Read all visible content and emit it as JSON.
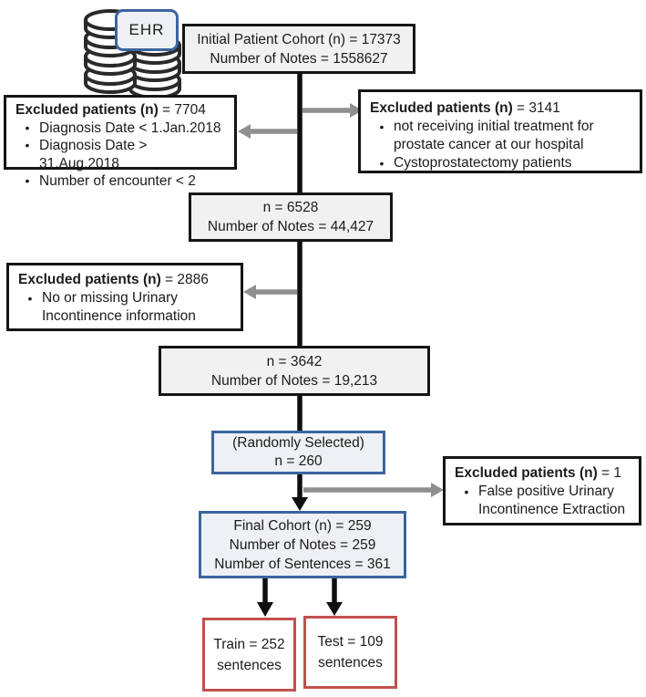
{
  "colors": {
    "box_fill": "#f1f1f1",
    "black_border": "#151515",
    "blue_border": "#3c64a0",
    "red_border": "#c0504d",
    "gray_arrow": "#8f8f8f"
  },
  "ehr": {
    "label": "EHR"
  },
  "boxes": {
    "initial": {
      "lines": [
        "Initial Patient Cohort (n) = 17373",
        "Number of Notes = 1558627"
      ]
    },
    "excluded_7704": {
      "label": "Excluded patients (n)",
      "value": " = 7704",
      "bullets": [
        "Diagnosis Date < 1.Jan.2018",
        "Diagnosis Date > 31.Aug.2018",
        "Number of encounter < 2"
      ]
    },
    "excluded_3141": {
      "label": "Excluded patients (n)",
      "value": " = 3141",
      "bullets": [
        "not receiving initial treatment for prostate cancer at our hospital",
        "Cystoprostatectomy patients"
      ]
    },
    "cohort_6528": {
      "lines": [
        "n = 6528",
        "Number of Notes = 44,427"
      ]
    },
    "excluded_2886": {
      "label": "Excluded patients (n)",
      "value": " = 2886",
      "bullets": [
        "No or missing Urinary Incontinence information"
      ]
    },
    "cohort_3642": {
      "lines": [
        "n = 3642",
        "Number of Notes = 19,213"
      ]
    },
    "random_selected": {
      "lines": [
        "(Randomly Selected)",
        "n = 260"
      ]
    },
    "excluded_1": {
      "label": "Excluded patients (n)",
      "value": " = 1",
      "bullets": [
        "False positive Urinary Incontinence Extraction"
      ]
    },
    "final_cohort": {
      "lines": [
        "Final Cohort (n) = 259",
        "Number of Notes = 259",
        "Number of Sentences = 361"
      ]
    },
    "train": {
      "text": "Train = 252 sentences"
    },
    "test": {
      "text": "Test = 109 sentences"
    }
  }
}
